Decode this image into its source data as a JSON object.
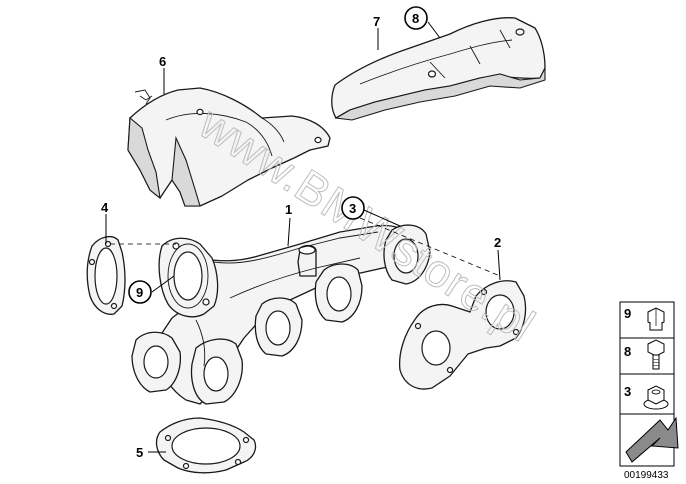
{
  "callouts": {
    "c1": "1",
    "c2": "2",
    "c3": "3",
    "c4": "4",
    "c5": "5",
    "c6": "6",
    "c7": "7",
    "c8": "8",
    "c9": "9"
  },
  "legend": {
    "item_9": "9",
    "item_8": "8",
    "item_3": "3"
  },
  "watermark": "www.BMWstore.pl",
  "document_id": "00199433"
}
